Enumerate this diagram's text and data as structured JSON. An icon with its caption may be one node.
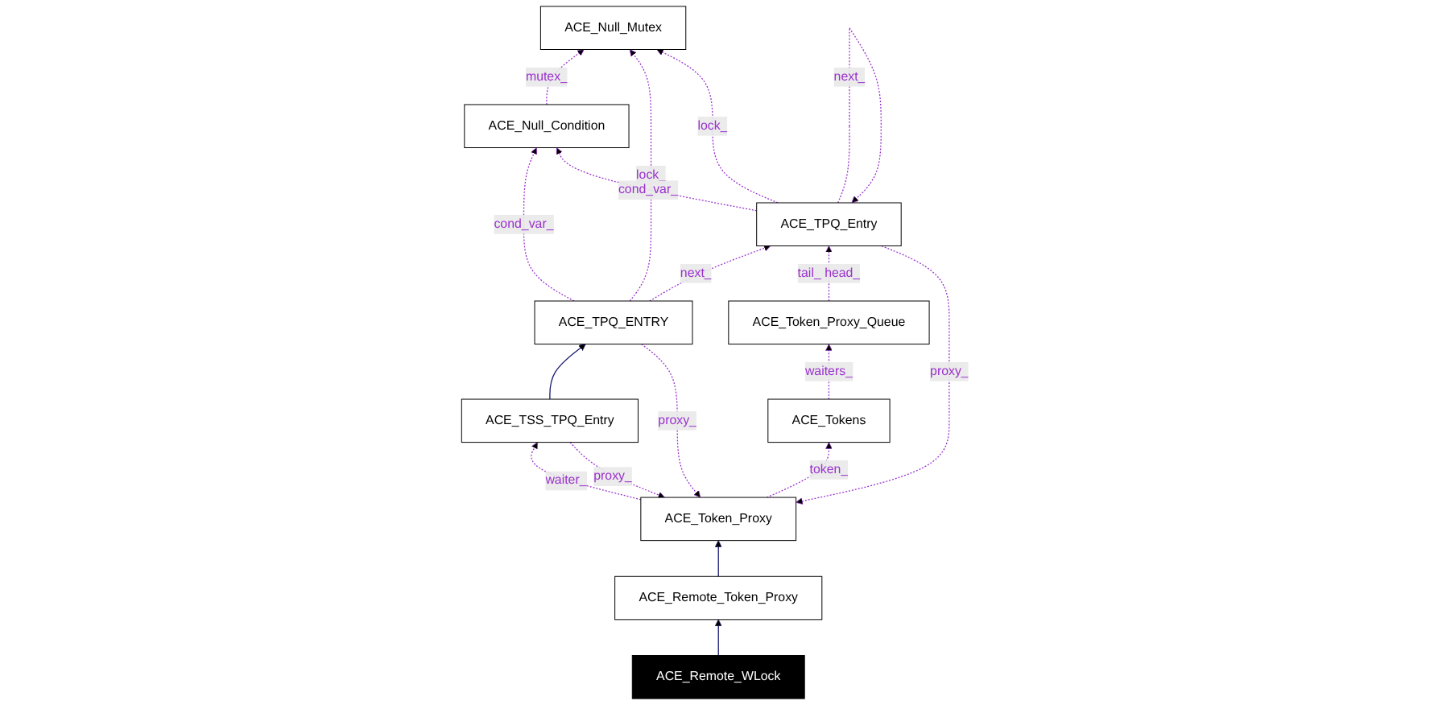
{
  "diagram": {
    "nodes": [
      {
        "text": [
          "ACE_Null_Mutex"
        ]
      },
      {
        "text": [
          "ACE_Token_Proxy"
        ]
      },
      {
        "text": [
          "ACE_Null_Condition"
        ]
      },
      {
        "text": [
          "ACE_Remote_Token_Proxy"
        ]
      },
      {
        "text": [
          "ACE_TPQ_Entry"
        ]
      },
      {
        "text": [
          "ACE_Remote_WLock"
        ]
      },
      {
        "text": [
          "ACE_TPQ_ENTRY"
        ]
      },
      {
        "text": [
          "ACE_Token_Proxy_Queue"
        ]
      },
      {
        "text": [
          "ACE_TSS_TPQ_Entry"
        ]
      },
      {
        "text": [
          "ACE_Tokens"
        ]
      }
    ],
    "edges": [
      {
        "from": 2,
        "to": 0,
        "arrow": "to",
        "label": "mutex_",
        "style": "dashed"
      },
      {
        "from": 6,
        "to": 0,
        "arrow": "to",
        "label": "lock_",
        "style": "dashed"
      },
      {
        "from": 4,
        "to": 0,
        "arrow": "to",
        "label": "lock_",
        "style": "dashed"
      },
      {
        "from": 3,
        "to": 1,
        "arrow": "to",
        "color": "#191970"
      },
      {
        "from": 4,
        "to": 1,
        "arrow": "to",
        "label": "proxy_",
        "style": "dashed"
      },
      {
        "from": 6,
        "to": 1,
        "arrow": "to",
        "label": "proxy_",
        "style": "dashed"
      },
      {
        "from": 8,
        "to": 1,
        "arrow": "to",
        "label": "proxy_",
        "style": "dashed"
      },
      {
        "from": 6,
        "to": 2,
        "arrow": "to",
        "label": "cond_var_",
        "style": "dashed"
      },
      {
        "from": 4,
        "to": 2,
        "arrow": "to",
        "label": "cond_var_",
        "style": "dashed"
      },
      {
        "from": 5,
        "to": 3,
        "arrow": "to",
        "color": "#191970"
      },
      {
        "from": 6,
        "to": 4,
        "arrow": "to",
        "label": "next_",
        "style": "dashed"
      },
      {
        "from": 4,
        "to": 4,
        "arrow": "to",
        "label": "next_",
        "style": "dashed"
      },
      {
        "from": 7,
        "to": 4,
        "arrow": "to",
        "label": "tail_ head_",
        "style": "dashed"
      },
      {
        "from": 8,
        "to": 6,
        "arrow": "to",
        "color": "#191970"
      },
      {
        "from": 9,
        "to": 7,
        "arrow": "to",
        "label": "waiters_",
        "style": "dashed"
      },
      {
        "from": 1,
        "to": 8,
        "arrow": "to",
        "label": "waiter_",
        "style": "dashed"
      },
      {
        "from": 1,
        "to": 9,
        "arrow": "to",
        "label": "token_",
        "style": "dashed"
      }
    ]
  }
}
